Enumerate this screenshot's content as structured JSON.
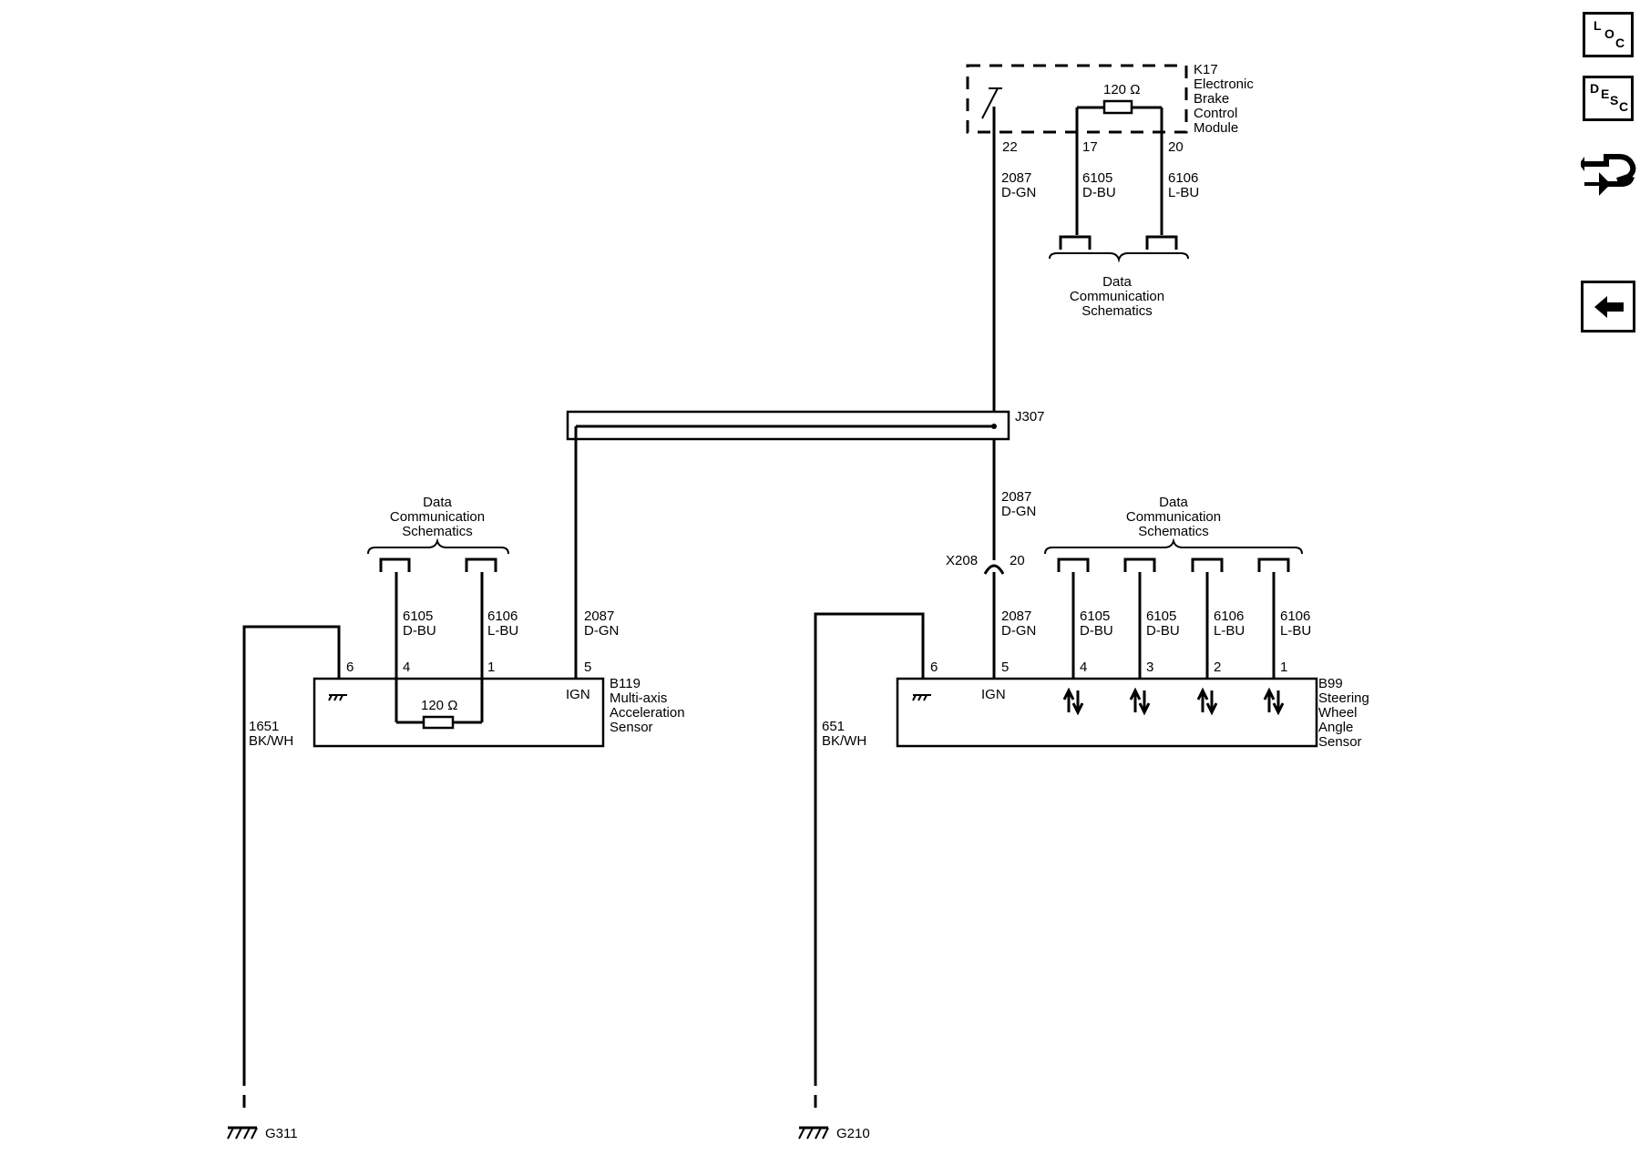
{
  "sidebar": {
    "loc": {
      "a": "L",
      "b": "O",
      "c": "C"
    },
    "desc": {
      "a": "D",
      "b": "E",
      "c": "S",
      "d": "C"
    }
  },
  "k17": {
    "ref": "K17",
    "name1": "Electronic",
    "name2": "Brake",
    "name3": "Control",
    "name4": "Module",
    "resistor": "120 Ω",
    "pin_a": "22",
    "pin_b": "17",
    "pin_c": "20",
    "wire_a_num": "2087",
    "wire_a_color": "D-GN",
    "wire_b_num": "6105",
    "wire_b_color": "D-BU",
    "wire_c_num": "6106",
    "wire_c_color": "L-BU"
  },
  "dcs_top": {
    "l1": "Data",
    "l2": "Communication",
    "l3": "Schematics"
  },
  "splice": {
    "ref": "J307",
    "wire_num": "2087",
    "wire_color": "D-GN"
  },
  "x208": {
    "ref": "X208",
    "pin": "20"
  },
  "b119": {
    "ref": "B119",
    "name1": "Multi-axis",
    "name2": "Acceleration",
    "name3": "Sensor",
    "ign": "IGN",
    "resistor": "120 Ω",
    "pin_6": "6",
    "pin_4": "4",
    "pin_1": "1",
    "pin_5": "5",
    "w4_num": "6105",
    "w4_color": "D-BU",
    "w1_num": "6106",
    "w1_color": "L-BU",
    "w5_num": "2087",
    "w5_color": "D-GN",
    "gnd_wire_num": "1651",
    "gnd_wire_color": "BK/WH",
    "ground": "G311",
    "dcs": {
      "l1": "Data",
      "l2": "Communication",
      "l3": "Schematics"
    }
  },
  "b99": {
    "ref": "B99",
    "name1": "Steering",
    "name2": "Wheel",
    "name3": "Angle",
    "name4": "Sensor",
    "ign": "IGN",
    "pin_6": "6",
    "pin_5": "5",
    "pin_4": "4",
    "pin_3": "3",
    "pin_2": "2",
    "pin_1": "1",
    "w5_num": "2087",
    "w5_color": "D-GN",
    "w4_num": "6105",
    "w4_color": "D-BU",
    "w3_num": "6105",
    "w3_color": "D-BU",
    "w2_num": "6106",
    "w2_color": "L-BU",
    "w1_num": "6106",
    "w1_color": "L-BU",
    "gnd_wire_num": "651",
    "gnd_wire_color": "BK/WH",
    "ground": "G210",
    "dcs": {
      "l1": "Data",
      "l2": "Communication",
      "l3": "Schematics"
    }
  }
}
